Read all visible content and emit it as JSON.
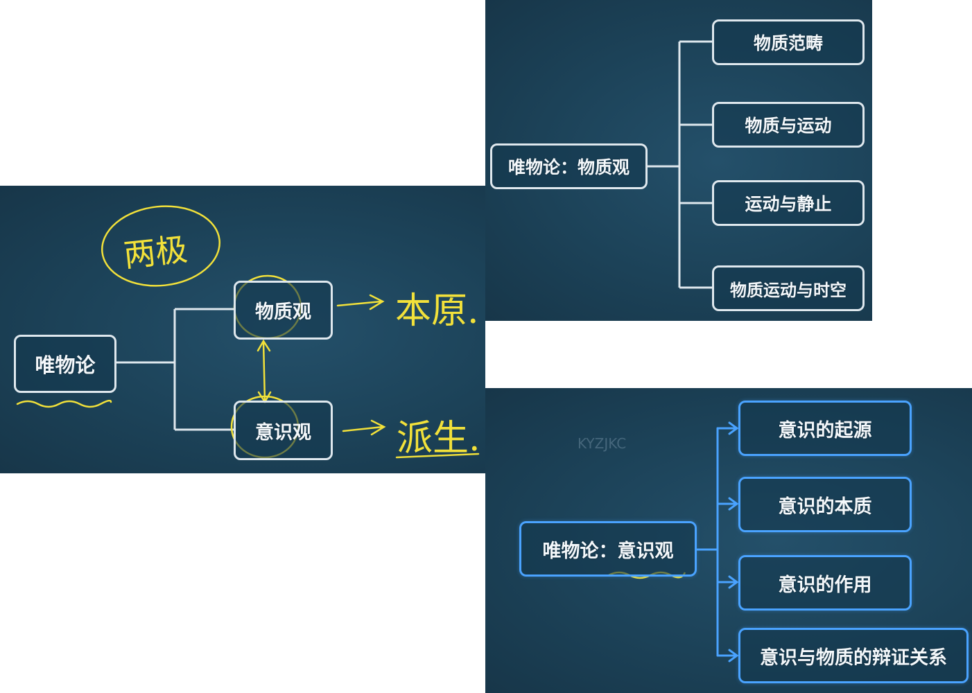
{
  "left_panel": {
    "root": "唯物论",
    "branch_top": "物质观",
    "branch_bottom": "意识观",
    "annotation_circle": "两极",
    "annotation_top_result": "本原.",
    "annotation_bottom_result": "派生."
  },
  "top_right_panel": {
    "root": "唯物论：物质观",
    "children": [
      "物质范畴",
      "物质与运动",
      "运动与静止",
      "物质运动与时空"
    ]
  },
  "bottom_right_panel": {
    "root": "唯物论：意识观",
    "children": [
      "意识的起源",
      "意识的本质",
      "意识的作用",
      "意识与物质的辩证关系"
    ],
    "watermark": "KYZJKC"
  },
  "colors": {
    "panel_bg": "#1c4258",
    "node_border_white": "#dfe8ee",
    "node_border_blue": "#4aa3ff",
    "handwriting_yellow": "#f2e13a"
  }
}
